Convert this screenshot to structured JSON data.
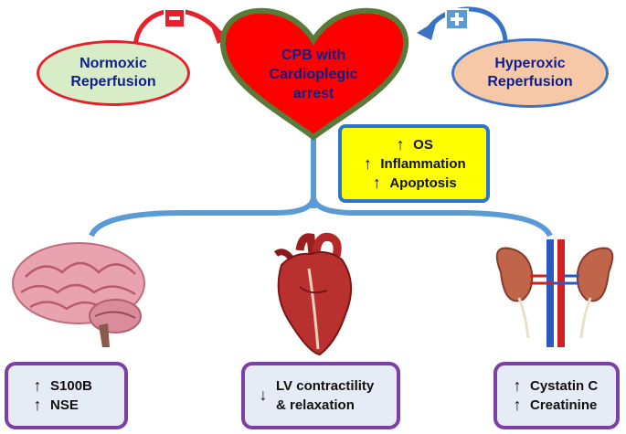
{
  "center": {
    "line1": "CPB with",
    "line2": "Cardioplegic",
    "line3": "arrest"
  },
  "left_oval": {
    "line1": "Normoxic",
    "line2": "Reperfusion",
    "sign": "−"
  },
  "right_oval": {
    "line1": "Hyperoxic",
    "line2": "Reperfusion",
    "sign": "+"
  },
  "effects": {
    "arrow": "↑",
    "items": [
      "OS",
      "Inflammation",
      "Apoptosis"
    ]
  },
  "organs": {
    "brain": {
      "arrow1": "↑",
      "text1": "S100B",
      "arrow2": "↑",
      "text2": "NSE"
    },
    "heart": {
      "arrow": "↓",
      "text1": "LV contractility",
      "text2": "& relaxation"
    },
    "kidney": {
      "arrow1": "↑",
      "text1": "Cystatin C",
      "arrow2": "↑",
      "text2": "Creatinine"
    }
  },
  "colors": {
    "heart_fill": "#ff0000",
    "heart_border": "#5a7a3a",
    "left_oval_fill": "#d9ecc8",
    "left_oval_border": "#e8202a",
    "right_oval_fill": "#f6c8a8",
    "right_oval_border": "#3a73c4",
    "tree_line": "#5b9bd5",
    "box_border": "#7d3fa5",
    "box_fill": "#e6ecf5",
    "effects_fill": "#ffff00",
    "effects_border": "#2e75c8"
  }
}
